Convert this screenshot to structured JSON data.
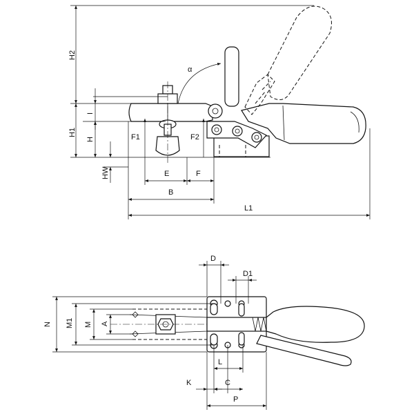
{
  "side_view": {
    "labels": {
      "H2": "H2",
      "H1": "H1",
      "H": "H",
      "I": "I",
      "HW": "HW",
      "F1": "F1",
      "F2": "F2",
      "E": "E",
      "F": "F",
      "B": "B",
      "L1": "L1",
      "alpha": "α"
    }
  },
  "top_view": {
    "labels": {
      "D": "D",
      "D1": "D1",
      "N": "N",
      "M1": "M1",
      "M": "M",
      "A": "A",
      "L": "L",
      "K": "K",
      "C": "C",
      "P": "P"
    }
  }
}
